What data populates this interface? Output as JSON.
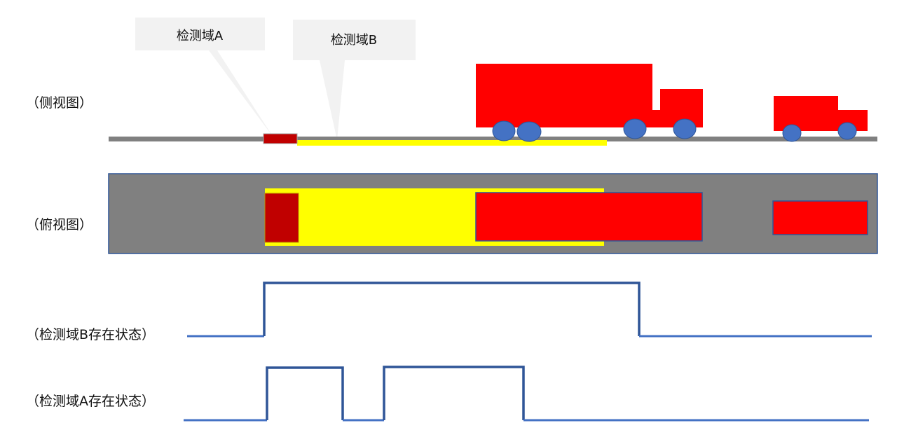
{
  "callouts": {
    "zone_a": "检测域A",
    "zone_b": "检测域B"
  },
  "views": {
    "side": "（侧视图）",
    "top": "（俯视图）"
  },
  "signals": {
    "zone_b_label": "（检测域B存在状态）",
    "zone_a_label": "（检测域A存在状态）",
    "zone_b_states": [
      0,
      1,
      0
    ],
    "zone_a_states": [
      0,
      1,
      0,
      1,
      0
    ]
  },
  "colors": {
    "road": "#808080",
    "zone_a": "#c00000",
    "zone_b": "#ffff00",
    "vehicle": "#ff0000",
    "wheel": "#4472c4",
    "signal": "#2f5597",
    "callout_bg": "#f2f2f2"
  }
}
